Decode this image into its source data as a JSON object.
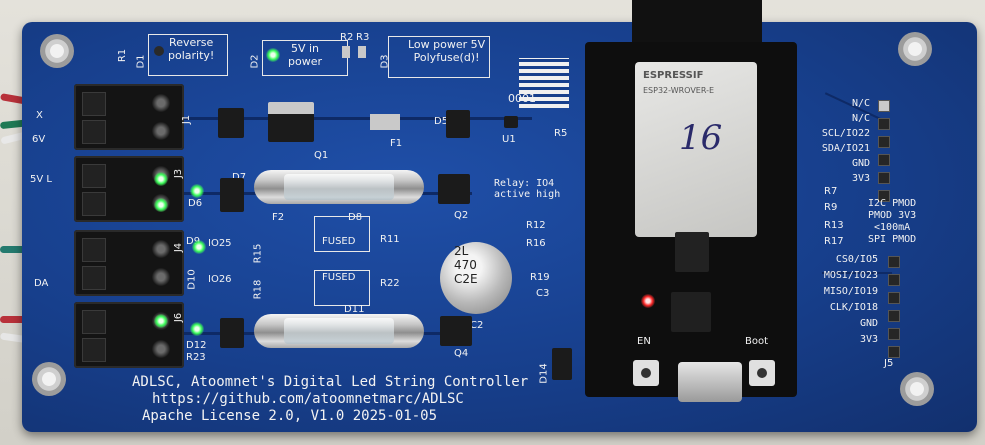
{
  "board_labels": {
    "reverse_polarity": "Reverse\npolarity!",
    "power_5v": "5V in\npower",
    "low_power": "Low power 5V\nPolyfuse(d)!",
    "serial": "0001",
    "relay_note": "Relay: IO4\nactive high",
    "fused_1": "FUSED",
    "fused_2": "FUSED",
    "cap_text": "2L\n470\nC2E",
    "led_io25": "IO25",
    "led_io26": "IO26",
    "module_brand": "ESPRESSIF",
    "module_model": "ESP32-WROVER-E",
    "handwritten": "16",
    "btn_en": "EN",
    "btn_boot": "Boot",
    "title_line1": "ADLSC, Atoomnet's Digital Led String Controller",
    "title_line2": "https://github.com/atoomnetmarc/ADLSC",
    "title_line3": "Apache License 2.0, V1.0 2025-01-05"
  },
  "designators": {
    "r1": "R1",
    "d1": "D1",
    "d2": "D2",
    "r2": "R2",
    "r3": "R3",
    "d3": "D3",
    "j1": "J1",
    "j3": "J3",
    "j4": "J4",
    "j6": "J6",
    "q1": "Q1",
    "f1": "F1",
    "d5": "D5",
    "u1": "U1",
    "r5": "R5",
    "d6": "D6",
    "d7": "D7",
    "f2": "F2",
    "d8": "D8",
    "q2": "Q2",
    "r11": "R11",
    "d9": "D9",
    "d10": "D10",
    "r15": "R15",
    "r18": "R18",
    "c2": "C2",
    "r12": "R12",
    "r16": "R16",
    "r19": "R19",
    "c3": "C3",
    "r22": "R22",
    "d11": "D11",
    "d12": "D12",
    "q4": "Q4",
    "r23": "R23",
    "d14": "D14",
    "r7": "R7",
    "r9": "R9",
    "r13": "R13",
    "r17": "R17",
    "j5": "J5"
  },
  "header_pins_top": [
    "N/C",
    "N/C",
    "SCL/IO22",
    "SDA/IO21",
    "GND",
    "3V3"
  ],
  "pmod_title": "I2C PMOD\nPMOD 3V3\n<100mA\nSPI PMOD",
  "header_pins_spi": [
    "CS0/IO5",
    "MOSI/IO23",
    "MISO/IO19",
    "CLK/IO18",
    "GND",
    "3V3"
  ],
  "left_edge_labels": [
    "X",
    "6V",
    "5V L",
    "DA"
  ],
  "colors": {
    "pcb": "#173f8c",
    "silk": "#f2f2f2",
    "led_green": "#3cff5a",
    "led_red": "#ff2a2a"
  }
}
